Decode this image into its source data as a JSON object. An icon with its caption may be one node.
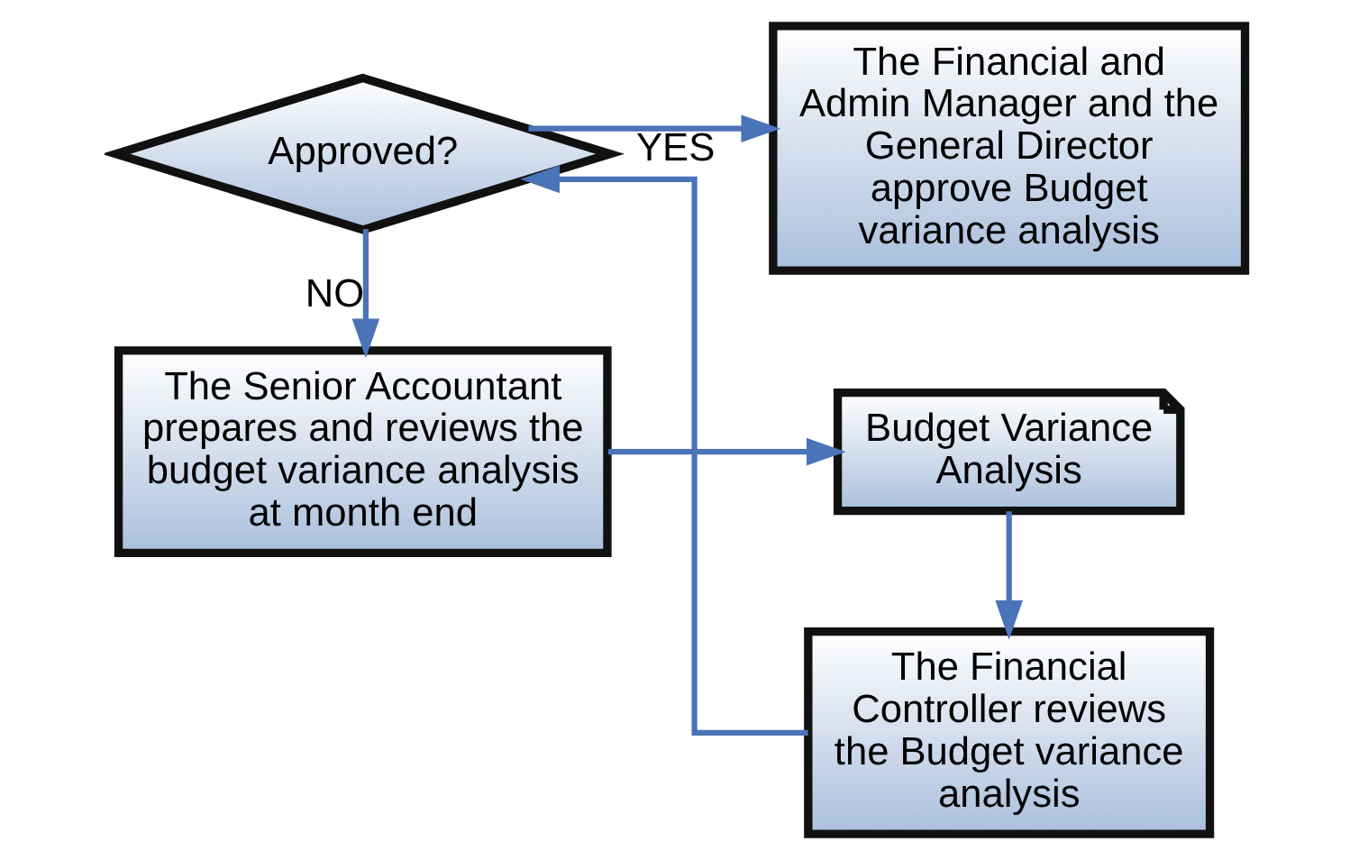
{
  "diagram": {
    "nodes": [
      {
        "text": [
          "The Senior Accountant prepares and reviews the budget variance analysis at month end"
        ]
      },
      {
        "text": [
          "Budget Variance Analysis"
        ]
      },
      {
        "text": [
          "The Financial Controller reviews the Budget variance analysis"
        ]
      },
      {
        "text": [
          "Approved?"
        ]
      },
      {
        "text": [
          "The Financial and Admin Manager and the General Director approve Budget variance analysis"
        ]
      }
    ],
    "edges": [
      {
        "from": 0,
        "to": 1,
        "arrow": "to"
      },
      {
        "from": 1,
        "to": 2,
        "arrow": "to"
      },
      {
        "from": 2,
        "to": 3,
        "arrow": "to"
      },
      {
        "from": 3,
        "to": 0,
        "arrow": "to",
        "label": "NO"
      },
      {
        "from": 3,
        "to": 4,
        "arrow": "to",
        "label": "YES"
      }
    ]
  }
}
